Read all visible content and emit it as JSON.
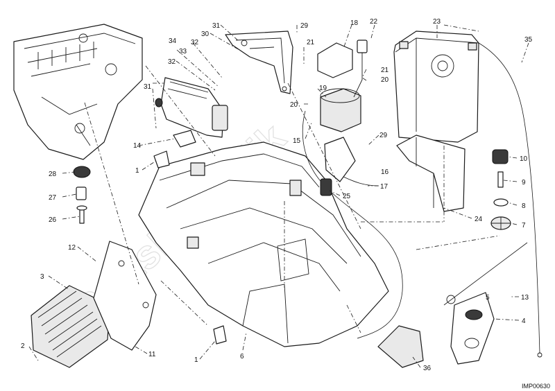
{
  "diagram": {
    "reference_code": "IMP00630",
    "watermark": "PartsRepublik",
    "callouts": [
      {
        "id": "c31a",
        "label": "31"
      },
      {
        "id": "c30",
        "label": "30"
      },
      {
        "id": "c29a",
        "label": "29"
      },
      {
        "id": "c18",
        "label": "18"
      },
      {
        "id": "c22",
        "label": "22"
      },
      {
        "id": "c23",
        "label": "23"
      },
      {
        "id": "c35",
        "label": "35"
      },
      {
        "id": "c34",
        "label": "34"
      },
      {
        "id": "c32a",
        "label": "32"
      },
      {
        "id": "c33",
        "label": "33"
      },
      {
        "id": "c32b",
        "label": "32"
      },
      {
        "id": "c31b",
        "label": "31"
      },
      {
        "id": "c21a",
        "label": "21"
      },
      {
        "id": "c21b",
        "label": "21"
      },
      {
        "id": "c20a",
        "label": "20"
      },
      {
        "id": "c19",
        "label": "19"
      },
      {
        "id": "c20b",
        "label": "20"
      },
      {
        "id": "c15",
        "label": "15"
      },
      {
        "id": "c29b",
        "label": "29"
      },
      {
        "id": "c16",
        "label": "16"
      },
      {
        "id": "c17",
        "label": "17"
      },
      {
        "id": "c25",
        "label": "25"
      },
      {
        "id": "c14",
        "label": "14"
      },
      {
        "id": "c1a",
        "label": "1"
      },
      {
        "id": "c28",
        "label": "28"
      },
      {
        "id": "c27",
        "label": "27"
      },
      {
        "id": "c26",
        "label": "26"
      },
      {
        "id": "c10",
        "label": "10"
      },
      {
        "id": "c9",
        "label": "9"
      },
      {
        "id": "c8",
        "label": "8"
      },
      {
        "id": "c7",
        "label": "7"
      },
      {
        "id": "c24",
        "label": "24"
      },
      {
        "id": "c12",
        "label": "12"
      },
      {
        "id": "c3",
        "label": "3"
      },
      {
        "id": "c5",
        "label": "5"
      },
      {
        "id": "c13",
        "label": "13"
      },
      {
        "id": "c4",
        "label": "4"
      },
      {
        "id": "c11",
        "label": "11"
      },
      {
        "id": "c2",
        "label": "2"
      },
      {
        "id": "c1b",
        "label": "1"
      },
      {
        "id": "c6",
        "label": "6"
      },
      {
        "id": "c36",
        "label": "36"
      }
    ]
  }
}
